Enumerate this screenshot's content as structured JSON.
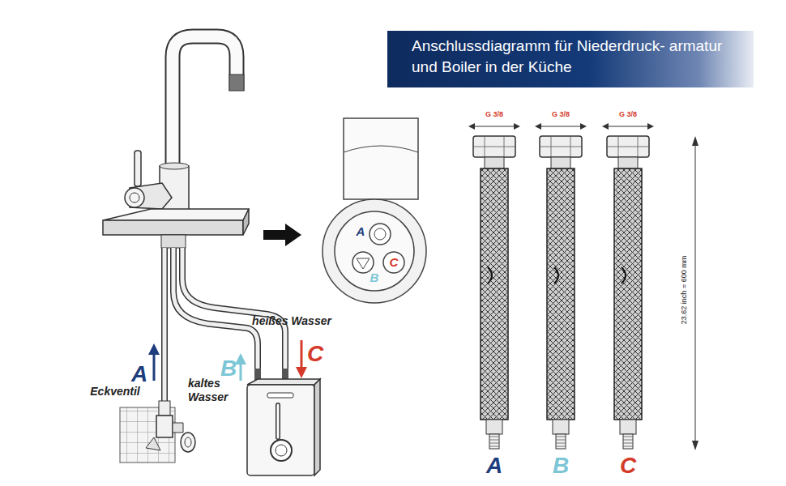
{
  "diagram": {
    "title": "Anschlussdiagramm für Niederdruck- armatur und Boiler in der Küche",
    "labels": [
      "A",
      "B",
      "C",
      "heißes Wasser",
      "C",
      "B",
      "kaltes Wasser",
      "A",
      "Eckventil",
      "G 3/8",
      "G 3/8",
      "G 3/8",
      "23.62 inch = 600 mm",
      "A",
      "B",
      "C"
    ]
  }
}
